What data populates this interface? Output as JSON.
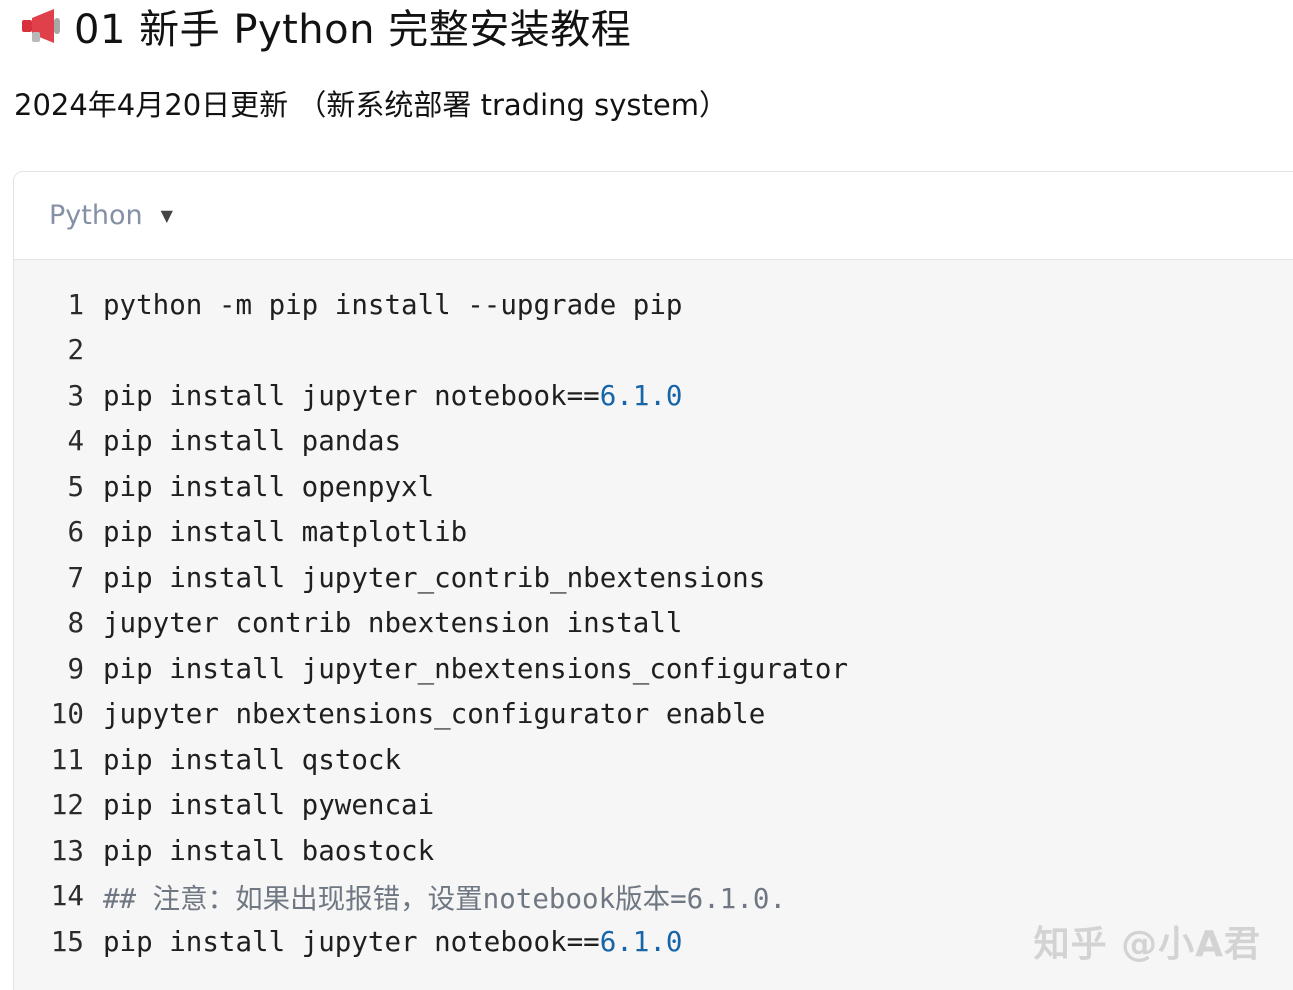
{
  "article": {
    "title": "01 新手 Python 完整安装教程",
    "title_icon": "megaphone-icon",
    "subtitle": "2024年4月20日更新 （新系统部署 trading system）"
  },
  "code_block": {
    "language": "Python",
    "lines": [
      {
        "no": "1",
        "code": "python -m pip install --upgrade pip",
        "num": ""
      },
      {
        "no": "2",
        "code": "",
        "num": ""
      },
      {
        "no": "3",
        "code": "pip install jupyter notebook==",
        "num": "6.1.0"
      },
      {
        "no": "4",
        "code": "pip install pandas",
        "num": ""
      },
      {
        "no": "5",
        "code": "pip install openpyxl",
        "num": ""
      },
      {
        "no": "6",
        "code": "pip install matplotlib",
        "num": ""
      },
      {
        "no": "7",
        "code": "pip install jupyter_contrib_nbextensions",
        "num": ""
      },
      {
        "no": "8",
        "code": "jupyter contrib nbextension install",
        "num": ""
      },
      {
        "no": "9",
        "code": "pip install jupyter_nbextensions_configurator",
        "num": ""
      },
      {
        "no": "10",
        "code": "jupyter nbextensions_configurator enable",
        "num": ""
      },
      {
        "no": "11",
        "code": "pip install qstock",
        "num": ""
      },
      {
        "no": "12",
        "code": "pip install pywencai",
        "num": ""
      },
      {
        "no": "13",
        "code": "pip install baostock",
        "num": ""
      },
      {
        "no": "14",
        "comment": "## 注意：如果出现报错，设置notebook版本=6.1.0."
      },
      {
        "no": "15",
        "code": "pip install jupyter notebook==",
        "num": "6.1.0"
      }
    ]
  },
  "watermark": "知乎 @小A君",
  "colors": {
    "number": "#1565a8",
    "comment": "#6f7782",
    "code_bg": "#f6f6f6",
    "language_label": "#8590a6"
  }
}
